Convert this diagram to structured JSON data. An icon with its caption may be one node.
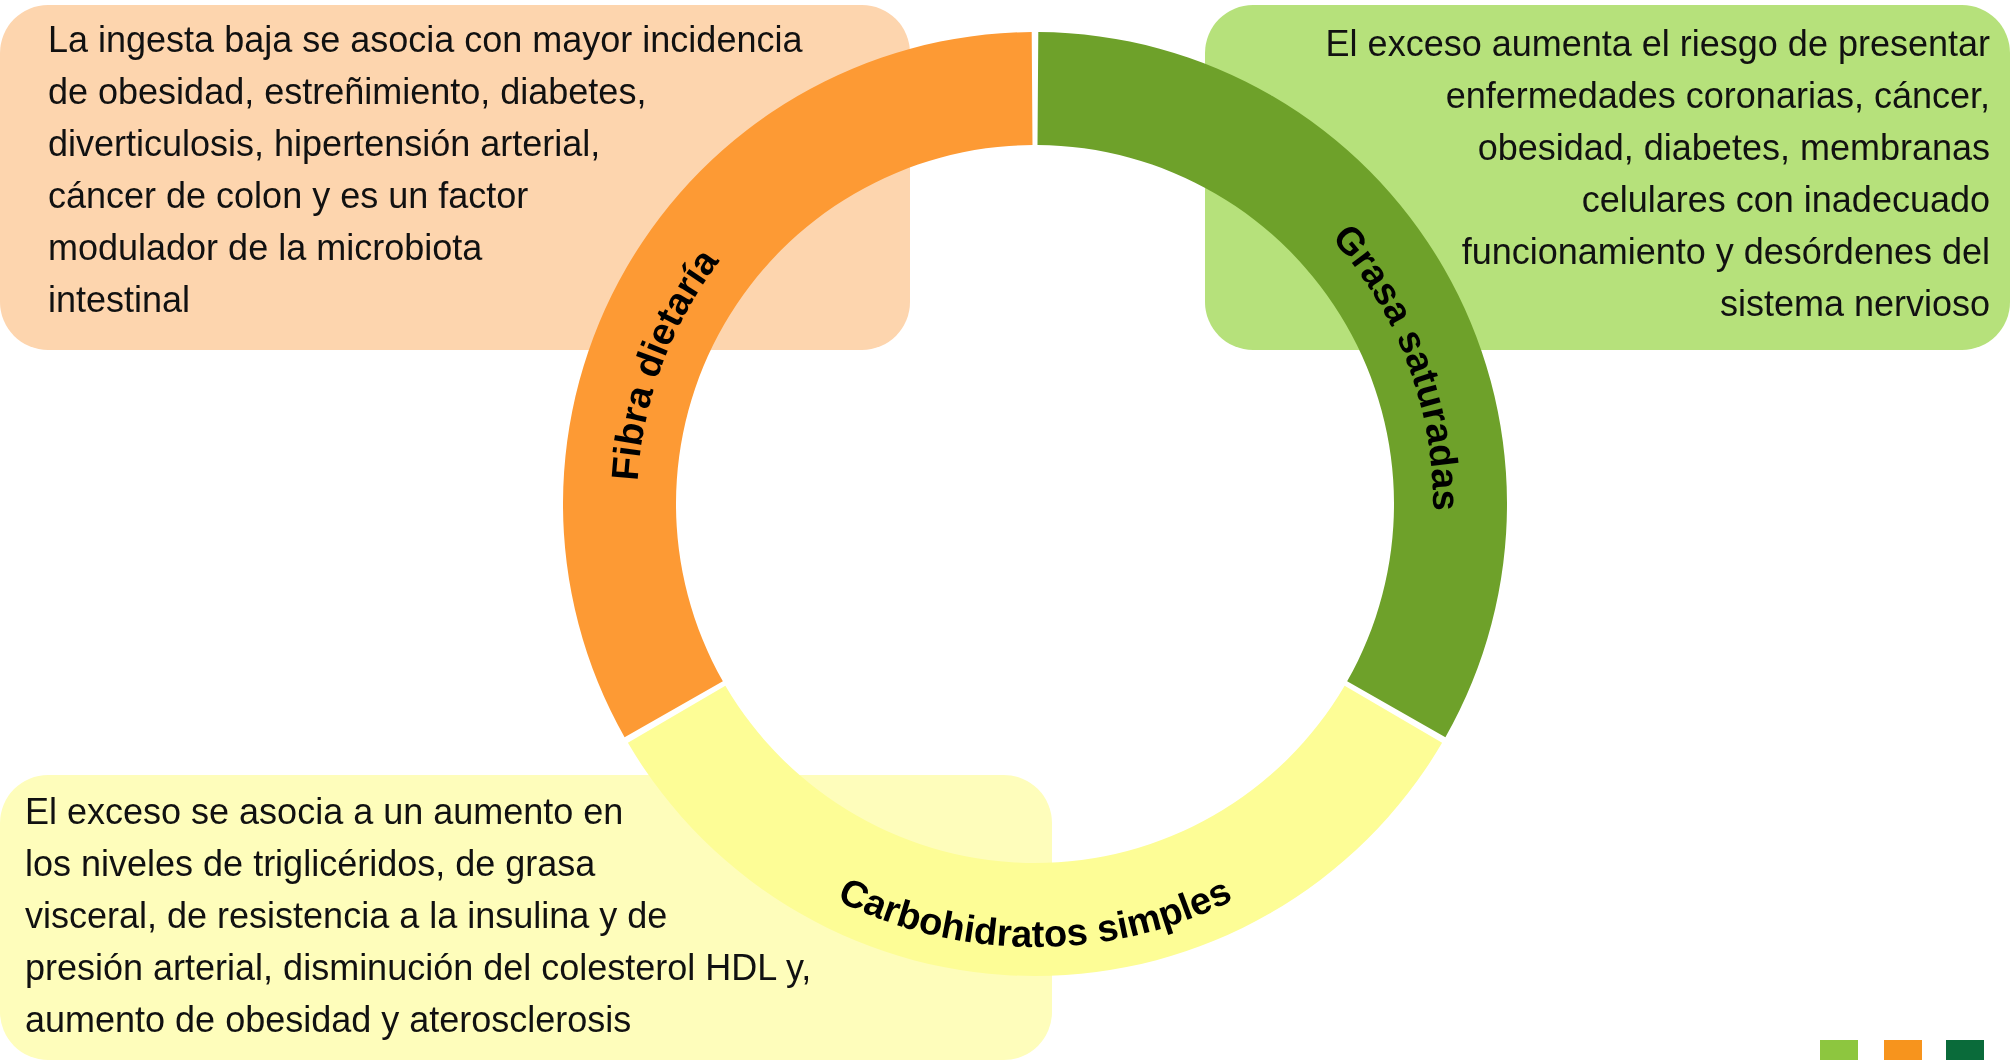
{
  "diagram": {
    "nodes": [
      {
        "text": [
          "La ingesta baja se asocia con mayor incidencia de obesidad, estreñimiento, diabetes, diverticulosis, hipertensión arterial, cáncer de colon y es un factor modulador de la microbiota intestinal"
        ]
      },
      {
        "text": [
          "Fibra dietaría"
        ]
      },
      {
        "text": [
          "Grasa saturadas"
        ]
      },
      {
        "text": [
          "El exceso aumenta el riesgo de presentar enfermedades coronarias, cáncer, obesidad, diabetes, membranas celulares con inadecuado funcionamiento y desórdenes del sistema nervioso"
        ]
      },
      {
        "text": [
          "Carbohidratos simples"
        ]
      },
      {
        "text": [
          "El exceso se asocia a un aumento en los niveles de triglicéridos, de grasa visceral, de resistencia a la insulina y de presión arterial, disminución del colesterol HDL y, aumento de obesidad y aterosclerosis"
        ]
      }
    ]
  }
}
